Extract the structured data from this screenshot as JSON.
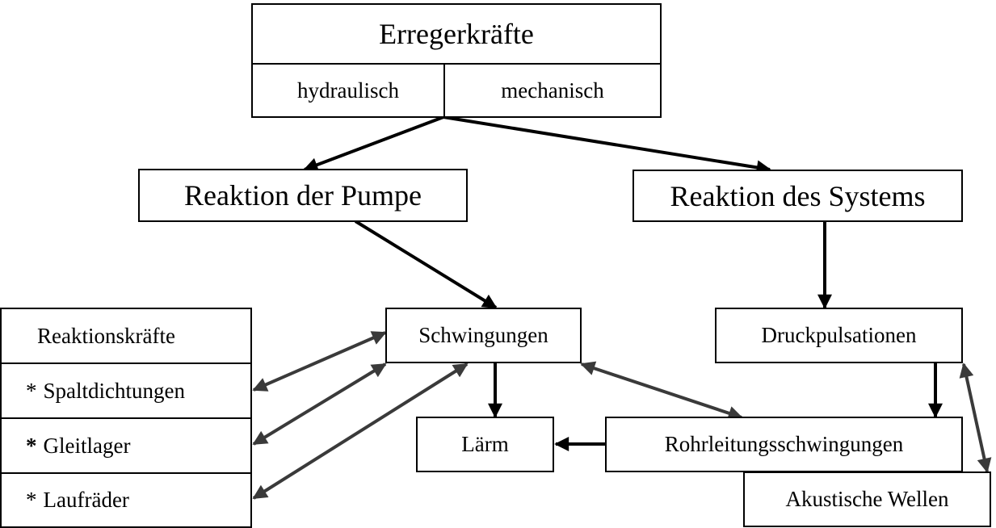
{
  "diagram": {
    "erreger": {
      "title": "Erregerkräfte",
      "left": "hydraulisch",
      "right": "mechanisch"
    },
    "pumpe": "Reaktion der Pumpe",
    "system": "Reaktion des Systems",
    "schwingungen": "Schwingungen",
    "druck": "Druckpulsationen",
    "laerm": "Lärm",
    "rohr": "Rohrleitungsschwingungen",
    "akustik": "Akustische Wellen",
    "reaktionskraefte": {
      "title": "Reaktionskräfte",
      "items": [
        "Spaltdichtungen",
        "Gleitlager",
        "Laufräder"
      ],
      "bullet": "*"
    }
  }
}
